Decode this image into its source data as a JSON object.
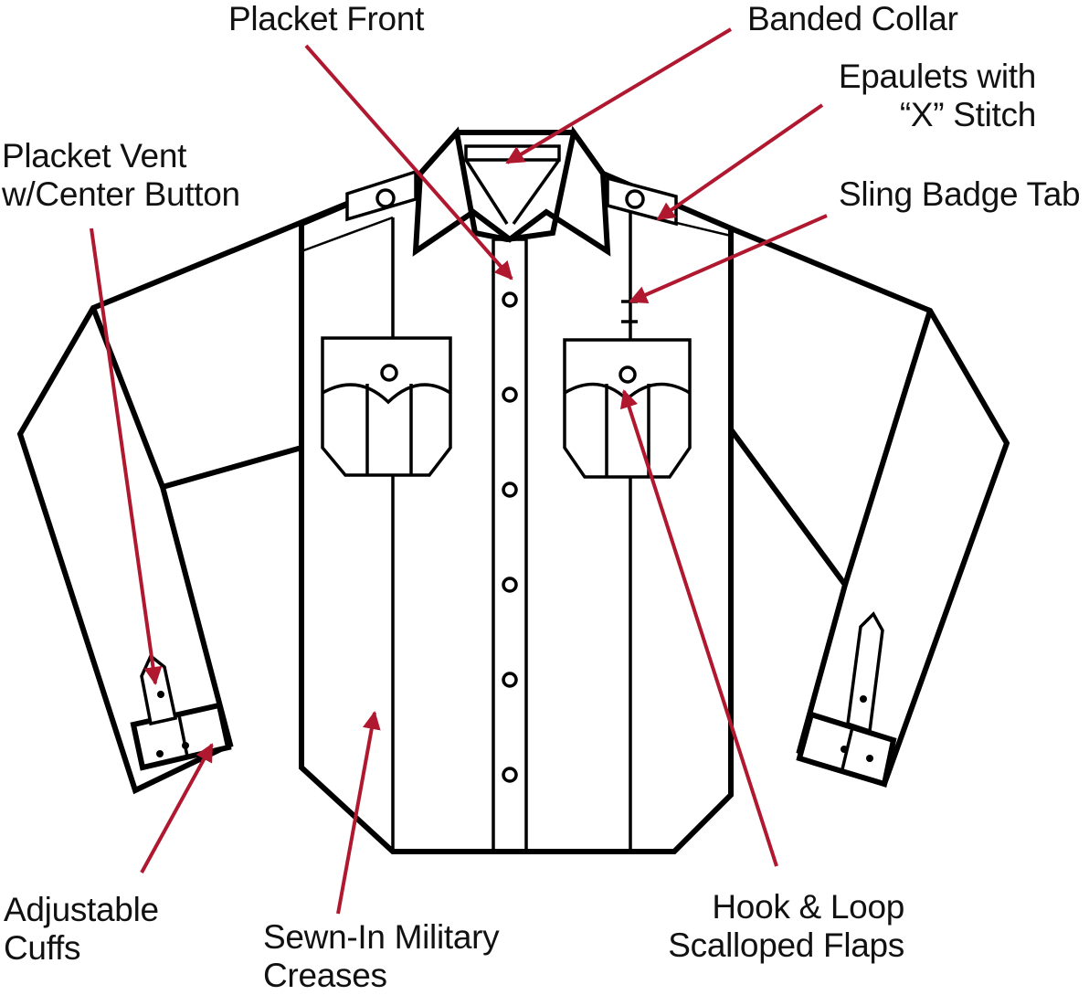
{
  "colors": {
    "outline": "#000000",
    "leader": "#b01830",
    "background": "#ffffff"
  },
  "labels": {
    "placket_front": "Placket Front",
    "banded_collar": "Banded Collar",
    "epaulets": [
      "Epaulets with",
      "“X” Stitch"
    ],
    "placket_vent": [
      "Placket Vent",
      "w/Center Button"
    ],
    "sling_badge_tab": "Sling Badge Tab",
    "adjustable_cuffs": [
      "Adjustable",
      "Cuffs"
    ],
    "military_creases": [
      "Sewn-In Military",
      "Creases"
    ],
    "scalloped_flaps": [
      "Hook & Loop",
      "Scalloped Flaps"
    ]
  }
}
